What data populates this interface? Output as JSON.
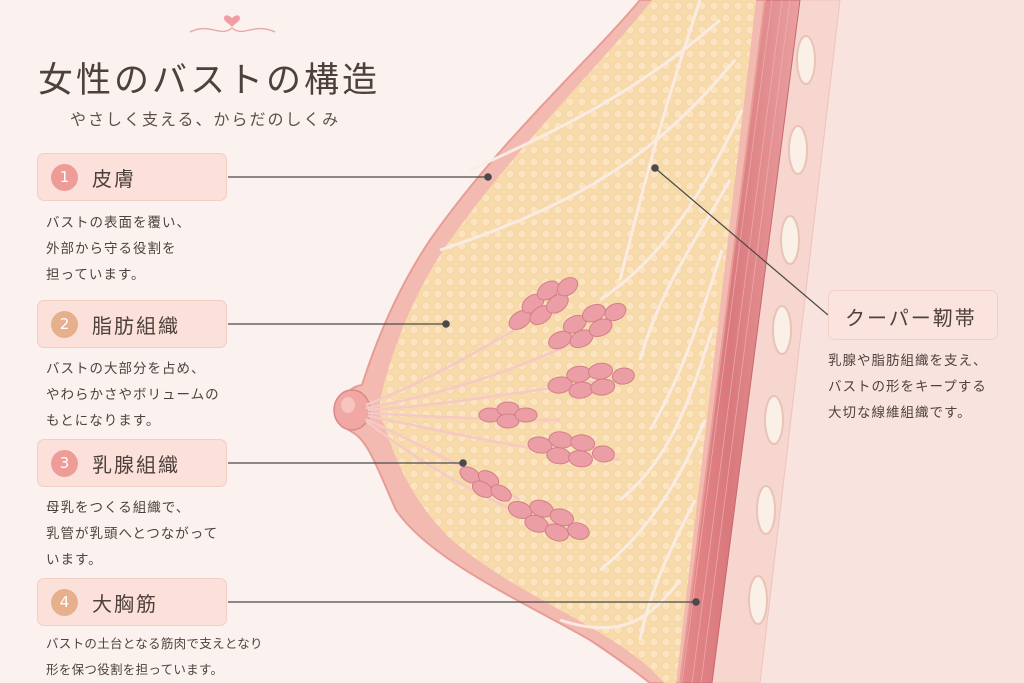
{
  "title": "女性のバストの構造",
  "subtitle": "やさしく支える、からだのしくみ",
  "colors": {
    "background": "#fbf1ee",
    "badge_pink": "#ee9c98",
    "badge_peach": "#e7b08c",
    "skin": "#f3b9b0",
    "fat": "#f8dcae",
    "gland": "#ec9fa6",
    "muscle": "#e07f82",
    "leader_line": "#4a4a4a"
  },
  "parts": [
    {
      "number": "1",
      "name": "皮膚",
      "description": "バストの表面を覆い、\n外部から守る役割を\n担っています。",
      "badge_color": "#ee9c98"
    },
    {
      "number": "2",
      "name": "脂肪組織",
      "description": "バストの大部分を占め、\nやわらかさやボリュームの\nもとになります。",
      "badge_color": "#e7b08c"
    },
    {
      "number": "3",
      "name": "乳腺組織",
      "description": "母乳をつくる組織で、\n乳管が乳頭へとつながって\nいます。",
      "badge_color": "#ee9c98"
    },
    {
      "number": "4",
      "name": "大胸筋",
      "description": "バストの土台となる筋肉で支えとなり\n形を保つ役割を担っています。",
      "badge_color": "#e7b08c"
    }
  ],
  "cooper": {
    "name": "クーパー靭帯",
    "description": "乳腺や脂肪組織を支え、\nバストの形をキープする\n大切な線維組織です。"
  }
}
